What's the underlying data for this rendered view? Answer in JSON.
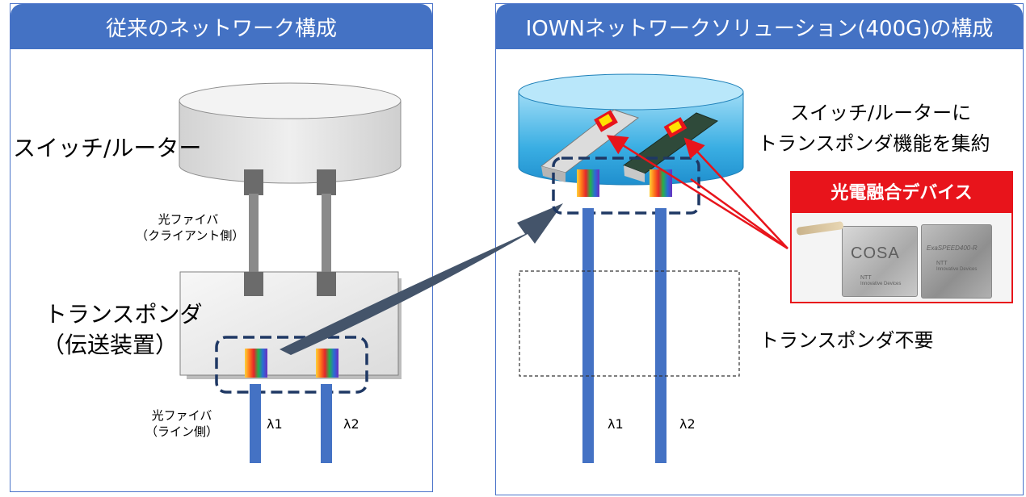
{
  "left_panel": {
    "title": "従来のネットワーク構成",
    "switch_label": "スイッチ/ルーター",
    "fiber_client_label_1": "光ファイバ",
    "fiber_client_label_2": "（クライアント側）",
    "transponder_label_1": "トランスポンダ",
    "transponder_label_2": "（伝送装置）",
    "fiber_line_label_1": "光ファイバ",
    "fiber_line_label_2": "（ライン側）",
    "lambda_1": "λ1",
    "lambda_2": "λ2"
  },
  "right_panel": {
    "title": "IOWNネットワークソリューション(400G)の構成",
    "caption_1": "スイッチ/ルーターに",
    "caption_2": "トランスポンダ機能を集約",
    "device_title": "光電融合デバイス",
    "chip_1_text": "COSA",
    "chip_1_brand": "NTT",
    "chip_1_sub": "Innovative Devices",
    "chip_2_text": "ExaSPEED400-R",
    "chip_2_brand": "NTT",
    "chip_2_sub": "Innovative Devices",
    "no_transponder_label": "トランスポンダ不要",
    "lambda_1": "λ1",
    "lambda_2": "λ2"
  },
  "colors": {
    "header_blue": "#4472c4",
    "fiber_blue": "#4472c4",
    "dashed_navy": "#1f3864",
    "arrow_slate": "#44546a",
    "accent_red": "#e8141b",
    "router_gray": "#e2e2e2",
    "router_blue": "#2e9bd6"
  }
}
